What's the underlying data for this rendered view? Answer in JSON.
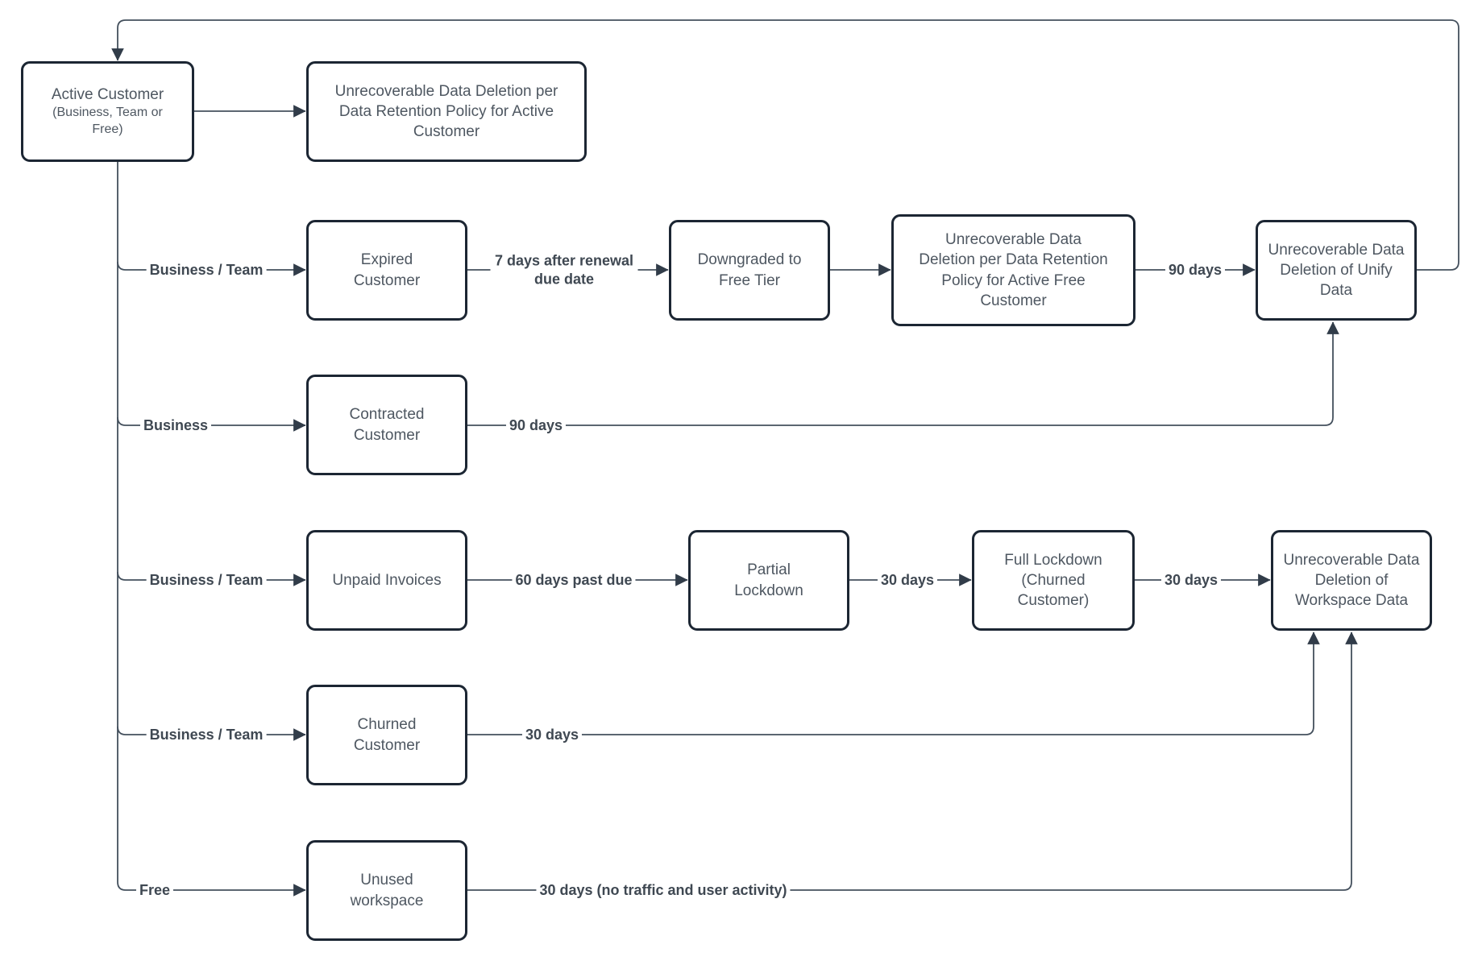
{
  "diagram": {
    "nodes": {
      "active_customer": {
        "label": "Active Customer",
        "sublabel": "(Business, Team or Free)"
      },
      "deletion_active": {
        "label": "Unrecoverable Data Deletion per Data Retention Policy for Active Customer"
      },
      "expired_customer": {
        "label": "Expired Customer"
      },
      "downgraded_free": {
        "label": "Downgraded to Free Tier"
      },
      "deletion_active_free": {
        "label": "Unrecoverable Data Deletion per Data Retention Policy for Active Free Customer"
      },
      "deletion_unify": {
        "label": "Unrecoverable Data Deletion of Unify Data"
      },
      "contracted_customer": {
        "label": "Contracted Customer"
      },
      "unpaid_invoices": {
        "label": "Unpaid Invoices"
      },
      "partial_lockdown": {
        "label": "Partial Lockdown"
      },
      "full_lockdown": {
        "label": "Full Lockdown (Churned Customer)"
      },
      "deletion_workspace": {
        "label": "Unrecoverable Data Deletion of Workspace Data"
      },
      "churned_customer": {
        "label": "Churned Customer"
      },
      "unused_workspace": {
        "label": "Unused workspace"
      }
    },
    "edge_labels": {
      "business_team_expired": "Business / Team",
      "seven_days_renewal": "7 days after renewal due date",
      "ninety_days_free": "90 days",
      "business_contracted": "Business",
      "ninety_days_contracted": "90 days",
      "business_team_unpaid": "Business / Team",
      "sixty_days_past_due": "60 days past due",
      "thirty_days_partial": "30 days",
      "thirty_days_full": "30 days",
      "business_team_churned": "Business / Team",
      "thirty_days_churned": "30 days",
      "free_unused": "Free",
      "thirty_days_no_traffic": "30 days (no traffic and user activity)"
    },
    "colors": {
      "background": "#ffffff",
      "box_border": "#1c2633",
      "box_text": "#4e5761",
      "line": "#44505d",
      "arrowhead": "#313c49",
      "edge_label_text": "#3f4852"
    }
  }
}
